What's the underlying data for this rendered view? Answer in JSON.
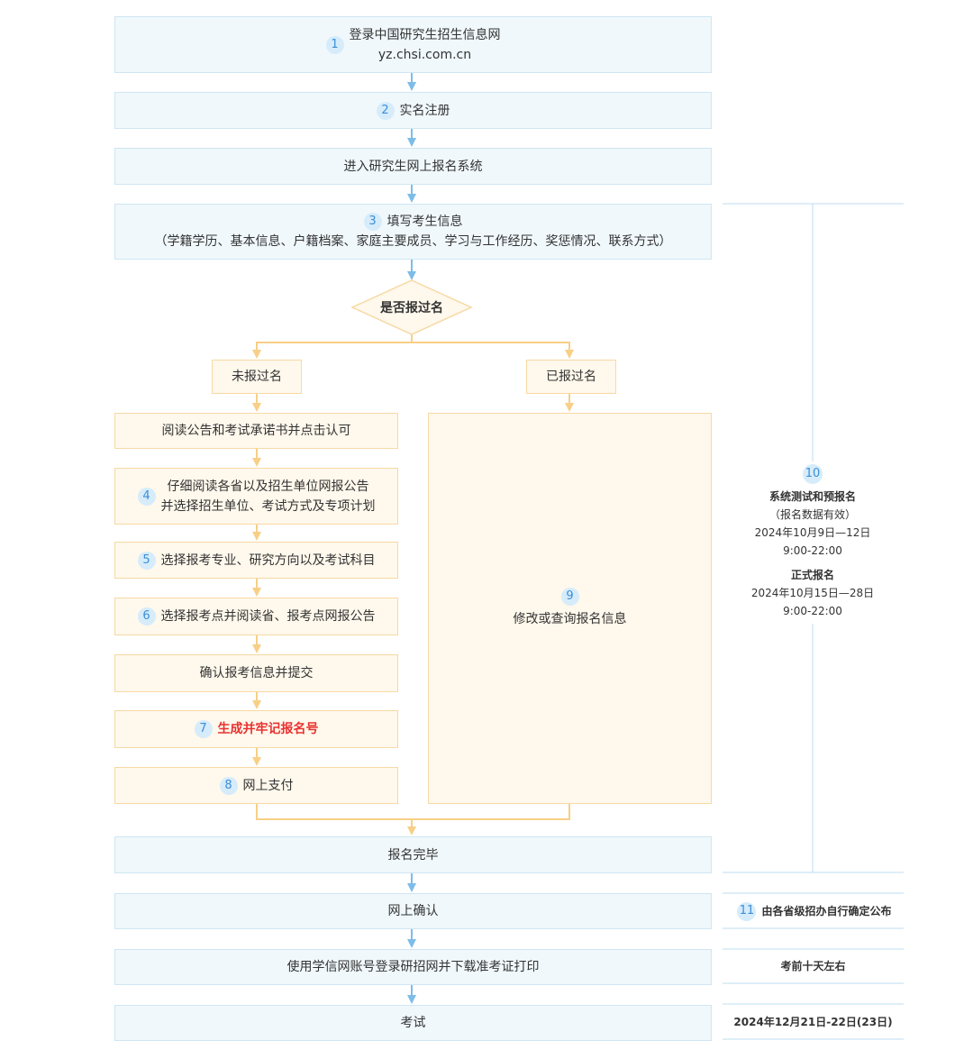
{
  "steps": {
    "s1": {
      "num": "1",
      "line1": "登录中国研究生招生信息网",
      "line2": "yz.chsi.com.cn"
    },
    "s2": {
      "num": "2",
      "label": "实名注册"
    },
    "enter": {
      "label": "进入研究生网上报名系统"
    },
    "s3": {
      "num": "3",
      "line1": "填写考生信息",
      "line2": "（学籍学历、基本信息、户籍档案、家庭主要成员、学习与工作经历、奖惩情况、联系方式）"
    },
    "decision": {
      "label": "是否报过名"
    },
    "not_registered": {
      "label": "未报过名"
    },
    "registered": {
      "label": "已报过名"
    },
    "read_notice": {
      "label": "阅读公告和考试承诺书并点击认可"
    },
    "s4": {
      "num": "4",
      "line1": "仔细阅读各省以及招生单位网报公告",
      "line2": "并选择招生单位、考试方式及专项计划"
    },
    "s5": {
      "num": "5",
      "label": "选择报考专业、研究方向以及考试科目"
    },
    "s6": {
      "num": "6",
      "label": "选择报考点并阅读省、报考点网报公告"
    },
    "confirm_submit": {
      "label": "确认报考信息并提交"
    },
    "s7": {
      "num": "7",
      "label": "生成并牢记报名号"
    },
    "s8": {
      "num": "8",
      "label": "网上支付"
    },
    "s9": {
      "num": "9",
      "label": "修改或查询报名信息"
    },
    "complete": {
      "label": "报名完毕"
    },
    "online_confirm": {
      "label": "网上确认"
    },
    "print_ticket": {
      "label": "使用学信网账号登录研招网并下载准考证打印"
    },
    "exam": {
      "label": "考试"
    }
  },
  "side": {
    "s10": {
      "num": "10",
      "title": "系统测试和预报名",
      "note": "（报名数据有效）",
      "dates": "2024年10月9日—12日",
      "time": "9:00-22:00",
      "formal_title": "正式报名",
      "formal_dates": "2024年10月15日—28日",
      "formal_time": "9:00-22:00"
    },
    "s11": {
      "num": "11",
      "label": "由各省级招办自行确定公布"
    },
    "print_time": "考前十天左右",
    "exam_date": "2024年12月21日-22日(23日)"
  },
  "colors": {
    "blue_fill": "#f0f8fc",
    "blue_border": "#cfe6f3",
    "blue_arrow": "#7dbde8",
    "orange_fill": "#fff8ec",
    "orange_border": "#f7d9a4",
    "orange_arrow": "#f8cf86",
    "highlight_red": "#e8322f",
    "number_badge": "#d6ecfa"
  }
}
